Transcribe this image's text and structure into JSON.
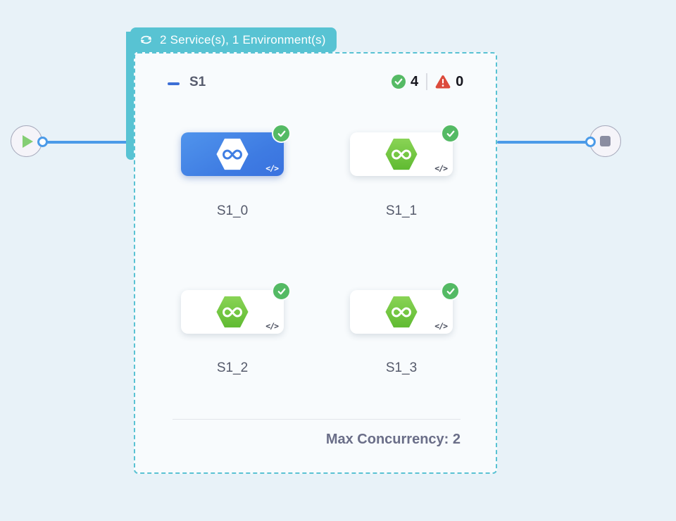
{
  "badge": {
    "label": "2 Service(s), 1 Environment(s)",
    "icon": "loop-icon"
  },
  "stage": {
    "name": "S1",
    "success_count": "4",
    "error_count": "0",
    "services": [
      {
        "label": "S1_0",
        "selected": true,
        "status": "success"
      },
      {
        "label": "S1_1",
        "selected": false,
        "status": "success"
      },
      {
        "label": "S1_2",
        "selected": false,
        "status": "success"
      },
      {
        "label": "S1_3",
        "selected": false,
        "status": "success"
      }
    ],
    "code_icon_glyph": "</>",
    "max_concurrency_label": "Max Concurrency: 2"
  },
  "nodes": {
    "start": "play-icon",
    "end": "stop-icon"
  },
  "colors": {
    "background": "#E8F2F8",
    "group_teal": "#58C3D3",
    "edge_blue": "#4B9BE8",
    "selected_card_blue": "#3E7BE2",
    "hexagon_green": "#6FC43F",
    "success_green": "#54BA64",
    "error_red": "#DC4B3C",
    "text_slate": "#555A6B"
  }
}
